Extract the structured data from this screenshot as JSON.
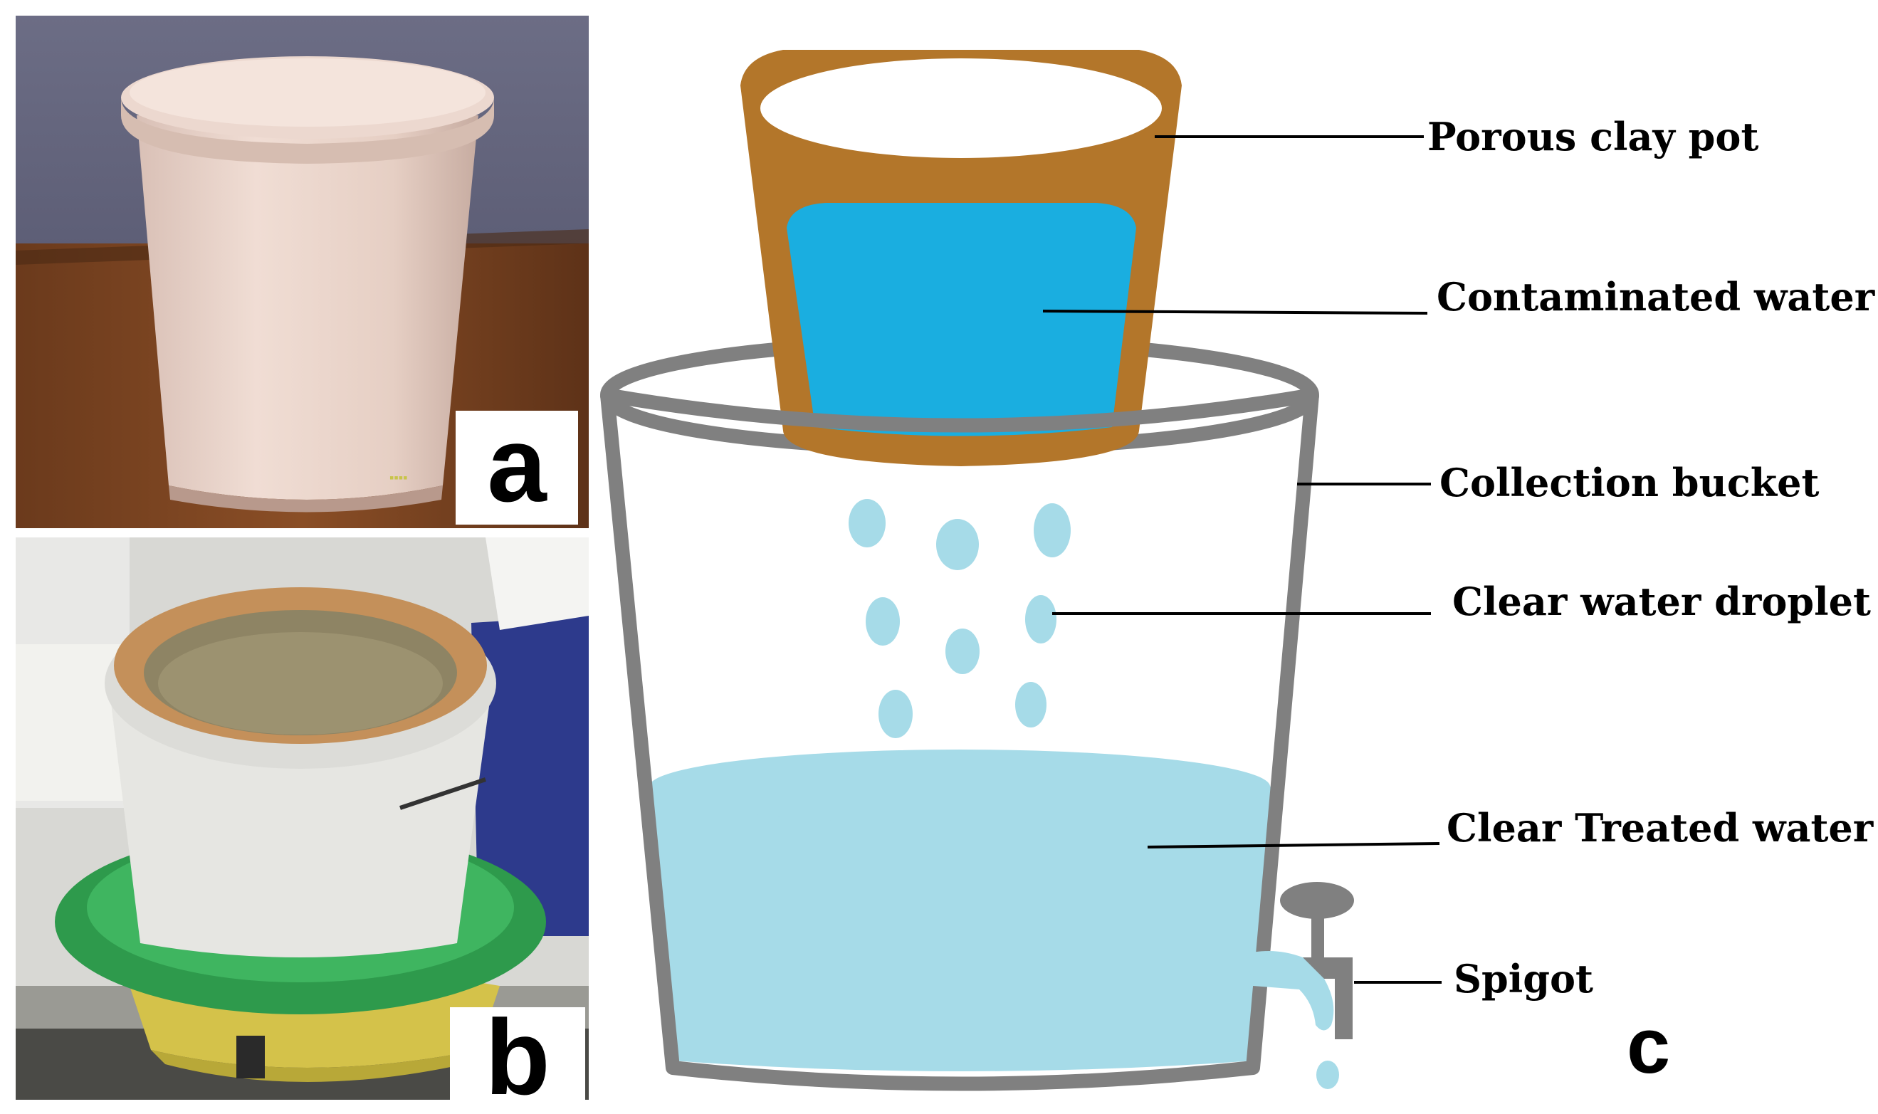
{
  "panels": {
    "a": "a",
    "b": "b",
    "c": "c"
  },
  "labels": {
    "porous_clay_pot": "Porous clay pot",
    "contaminated_water": "Contaminated water",
    "collection_bucket": "Collection bucket",
    "clear_water_droplet": "Clear water droplet",
    "clear_treated_water": "Clear Treated water",
    "spigot": "Spigot"
  },
  "colors": {
    "clay": "#b3762a",
    "contaminated_water": "#1aaee0",
    "treated_water": "#a6dbe8",
    "bucket_outline": "#808080",
    "droplet": "#a6dbe8"
  }
}
